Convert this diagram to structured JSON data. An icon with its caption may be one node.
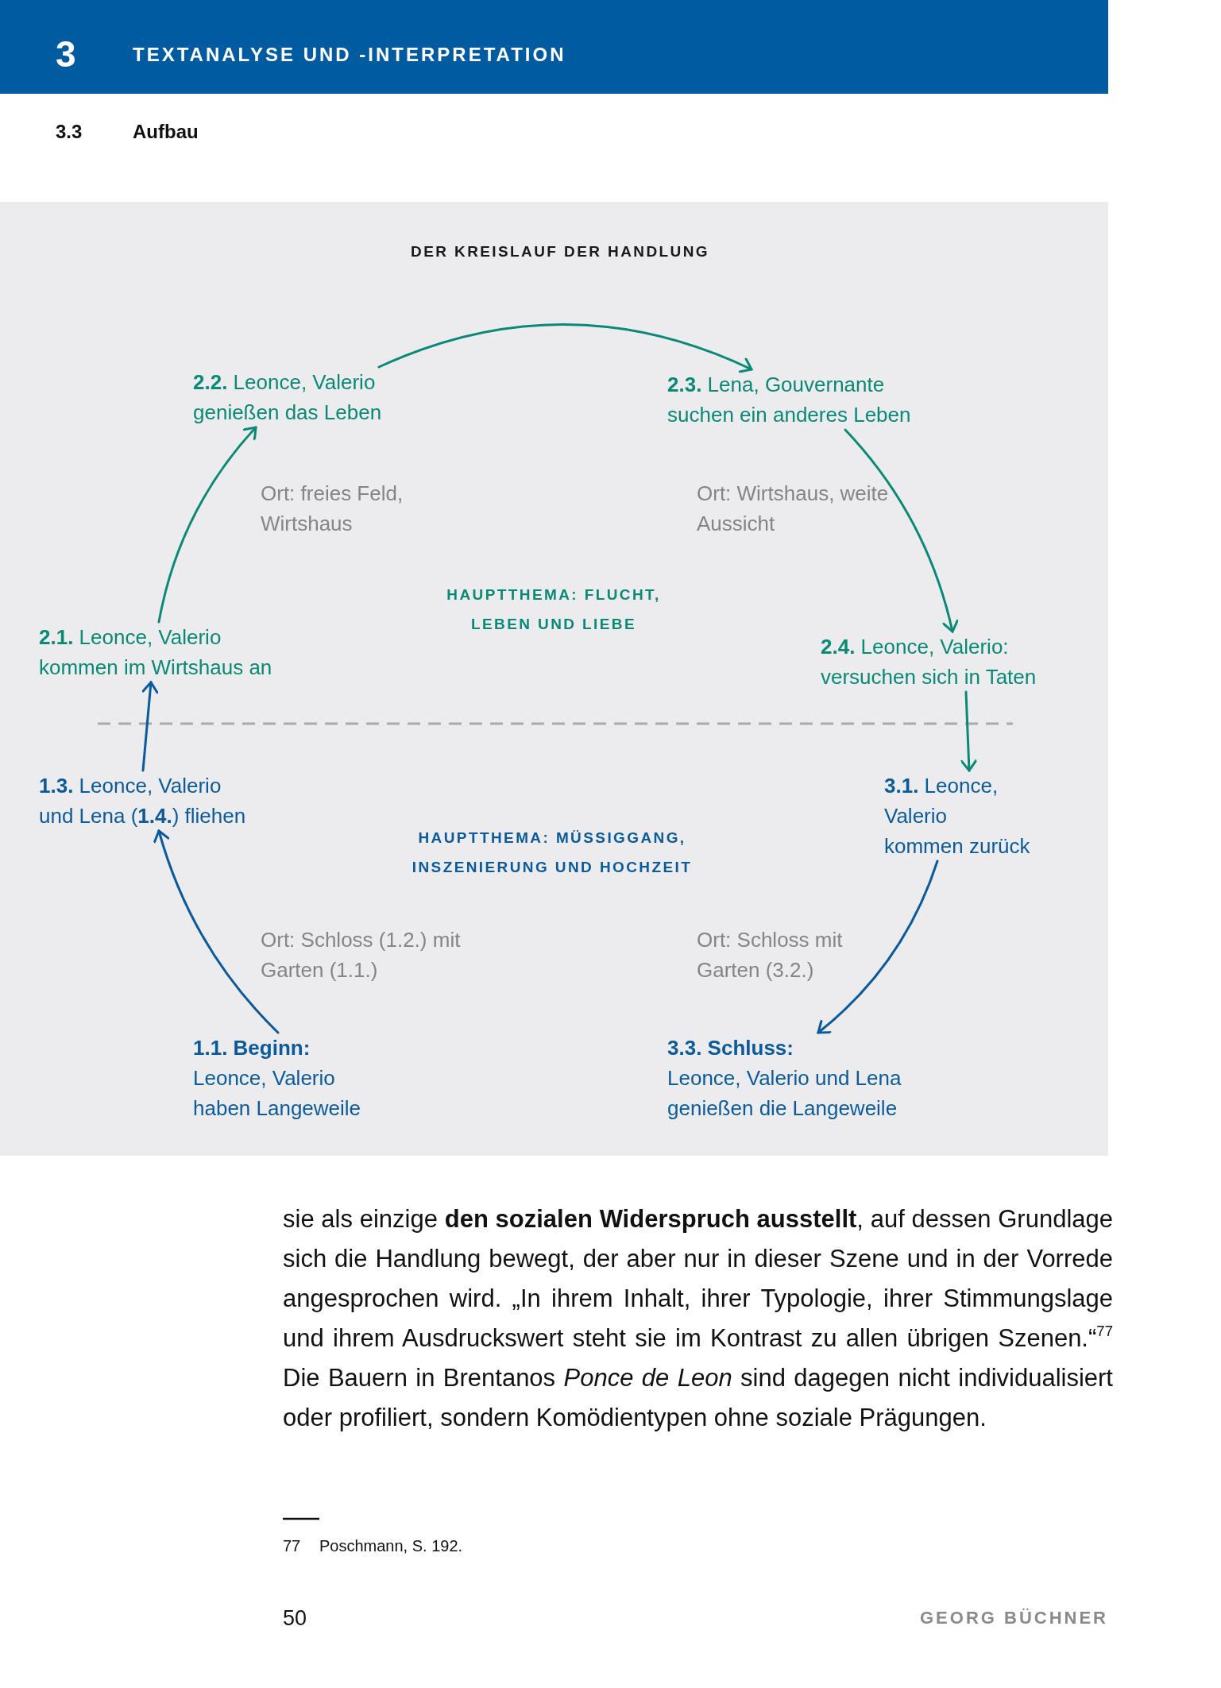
{
  "diagram": {
    "title": "DER KREISLAUF DER HANDLUNG",
    "nodes": [
      {
        "text": [
          "**2.2.** Leonce, Valerio genießen das Leben"
        ]
      },
      {
        "text": [
          "**2.3.** Lena, Gouvernante suchen ein anderes Leben"
        ]
      },
      {
        "text": [
          "**2.1.** Leonce, Valerio kommen im Wirtshaus an"
        ]
      },
      {
        "text": [
          "**2.4.** Leonce, Valerio: versuchen sich in Taten"
        ]
      },
      {
        "text": [
          "**1.3.** Leonce, Valerio und Lena (**1.4.**) fliehen"
        ]
      },
      {
        "text": [
          "**3.1.** Leonce, Valerio kommen zurück"
        ]
      },
      {
        "text": [
          "1.1. Beginn:",
          "Leonce, Valerio haben Langeweile"
        ]
      },
      {
        "text": [
          "3.3. Schluss:",
          "Leonce, Valerio und Lena genießen die Langeweile"
        ]
      }
    ],
    "edges": [
      {
        "from": 6,
        "to": 4,
        "arrow": "to",
        "color": "#0b5a9c"
      },
      {
        "from": 4,
        "to": 2,
        "arrow": "to",
        "color": "#0b5a9c"
      },
      {
        "from": 2,
        "to": 0,
        "arrow": "to"
      },
      {
        "from": 0,
        "to": 1,
        "arrow": "to"
      },
      {
        "from": 1,
        "to": 3,
        "arrow": "to"
      },
      {
        "from": 3,
        "to": 5,
        "arrow": "to"
      },
      {
        "from": 5,
        "to": 7,
        "arrow": "to",
        "color": "#0b5a9c"
      }
    ],
    "labels": [
      "3",
      "TEXTANALYSE UND -INTERPRETATION",
      "3.3",
      "Aufbau",
      "Ort: freies Feld, Wirtshaus",
      "Ort: Wirtshaus, weite Aussicht",
      "HAUPTTHEMA: FLUCHT, LEBEN UND LIEBE",
      "HAUPTTHEMA: MÜSSIGGANG, INSZENIERUNG UND HOCHZEIT",
      "Ort: Schloss (1.2.) mit Garten (1.1.)",
      "Ort: Schloss mit Garten (3.2.)",
      "sie als einzige **den sozialen Widerspruch ausstellt**, auf dessen Grundlage sich die Handlung bewegt, der aber nur in dieser Szene und in der Vorrede angesprochen wird. „In ihrem Inhalt, ihrer Typologie, ihrer Stimmungslage und ihrem Ausdruckswert steht sie im Kontrast zu allen übrigen Szenen.“$^{77}$ Die Bauern in Brentanos *Ponce de Leon* sind dagegen nicht individualisiert oder profiliert, sondern Komödientypen ohne soziale Prägungen.",
      "77",
      "Poschmann, S. 192.",
      "50",
      "GEORG BÜCHNER"
    ]
  }
}
